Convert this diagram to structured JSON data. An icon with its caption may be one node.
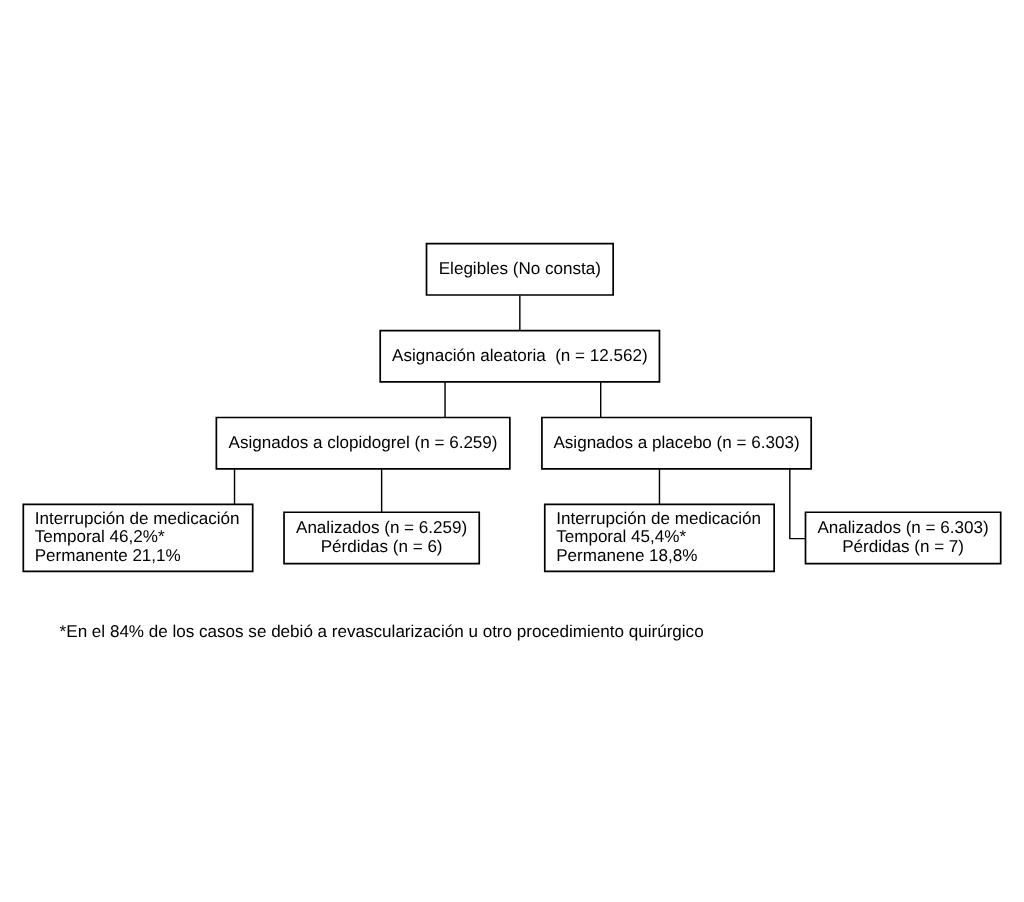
{
  "diagram": {
    "nodes": [
      {
        "text": [
          "Elegibles (No consta)"
        ]
      },
      {
        "text": [
          "Asignación aleatoria  (n = 12.562)"
        ]
      },
      {
        "text": [
          "Asignados a clopidogrel (n = 6.259)"
        ]
      },
      {
        "text": [
          "Asignados a placebo (n = 6.303)"
        ]
      },
      {
        "text": [
          "Interrupción de medicación",
          "Temporal 46,2%*",
          "Permanente 21,1%"
        ]
      },
      {
        "text": [
          "Interrupción de medicación",
          "Temporal 45,4%*",
          "Permanene 18,8%"
        ]
      },
      {
        "text": [
          "Analizados (n = 6.259)",
          "Pérdidas (n = 6)"
        ]
      },
      {
        "text": [
          "Analizados (n = 6.303)",
          "Pérdidas (n = 7)"
        ]
      }
    ],
    "edges": [
      {
        "from": 0,
        "to": 1,
        "arrow": "none"
      },
      {
        "from": 1,
        "to": 2,
        "arrow": "none"
      },
      {
        "from": 1,
        "to": 3,
        "arrow": "none"
      },
      {
        "from": 2,
        "to": 4,
        "arrow": "none"
      },
      {
        "from": 2,
        "to": 6,
        "arrow": "none"
      },
      {
        "from": 3,
        "to": 5,
        "arrow": "none"
      },
      {
        "from": 3,
        "to": 7,
        "arrow": "none"
      }
    ],
    "labels": [
      "*En el 84% de los casos se debió a revascularización u otro procedimiento quirúrgico"
    ]
  }
}
